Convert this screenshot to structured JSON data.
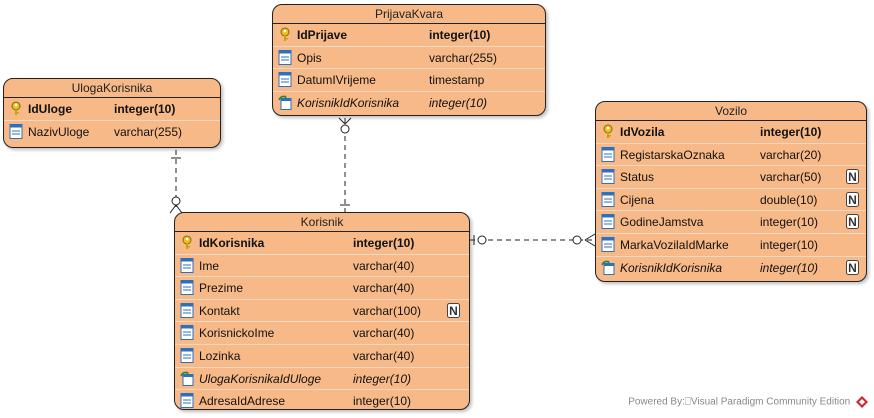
{
  "entities": {
    "prijava_kvara": {
      "title": "PrijavaKvara",
      "columns": [
        {
          "name": "IdPrijave",
          "type": "integer(10)"
        },
        {
          "name": "Opis",
          "type": "varchar(255)"
        },
        {
          "name": "DatumIVrijeme",
          "type": "timestamp"
        },
        {
          "name": "KorisnikIdKorisnika",
          "type": "integer(10)"
        }
      ]
    },
    "uloga_korisnika": {
      "title": "UlogaKorisnika",
      "columns": [
        {
          "name": "IdUloge",
          "type": "integer(10)"
        },
        {
          "name": "NazivUloge",
          "type": "varchar(255)"
        }
      ]
    },
    "vozilo": {
      "title": "Vozilo",
      "columns": [
        {
          "name": "IdVozila",
          "type": "integer(10)"
        },
        {
          "name": "RegistarskaOznaka",
          "type": "varchar(20)"
        },
        {
          "name": "Status",
          "type": "varchar(50)",
          "null_mark": "N"
        },
        {
          "name": "Cijena",
          "type": "double(10)",
          "null_mark": "N"
        },
        {
          "name": "GodineJamstva",
          "type": "integer(10)",
          "null_mark": "N"
        },
        {
          "name": "MarkaVozilaIdMarke",
          "type": "integer(10)"
        },
        {
          "name": "KorisnikIdKorisnika",
          "type": "integer(10)",
          "null_mark": "N"
        }
      ]
    },
    "korisnik": {
      "title": "Korisnik",
      "columns": [
        {
          "name": "IdKorisnika",
          "type": "integer(10)"
        },
        {
          "name": "Ime",
          "type": "varchar(40)"
        },
        {
          "name": "Prezime",
          "type": "varchar(40)"
        },
        {
          "name": "Kontakt",
          "type": "varchar(100)",
          "null_mark": "N"
        },
        {
          "name": "KorisnickoIme",
          "type": "varchar(40)"
        },
        {
          "name": "Lozinka",
          "type": "varchar(40)"
        },
        {
          "name": "UlogaKorisnikaIdUloge",
          "type": "integer(10)"
        },
        {
          "name": "AdresaIdAdrese",
          "type": "integer(10)"
        }
      ]
    }
  },
  "footer": {
    "text": "Powered By:⎕Visual Paradigm Community Edition"
  },
  "colors": {
    "entity_fill": "#f7b987",
    "key_icon": "#e8c020",
    "column_icon": "#2f6fc0"
  }
}
